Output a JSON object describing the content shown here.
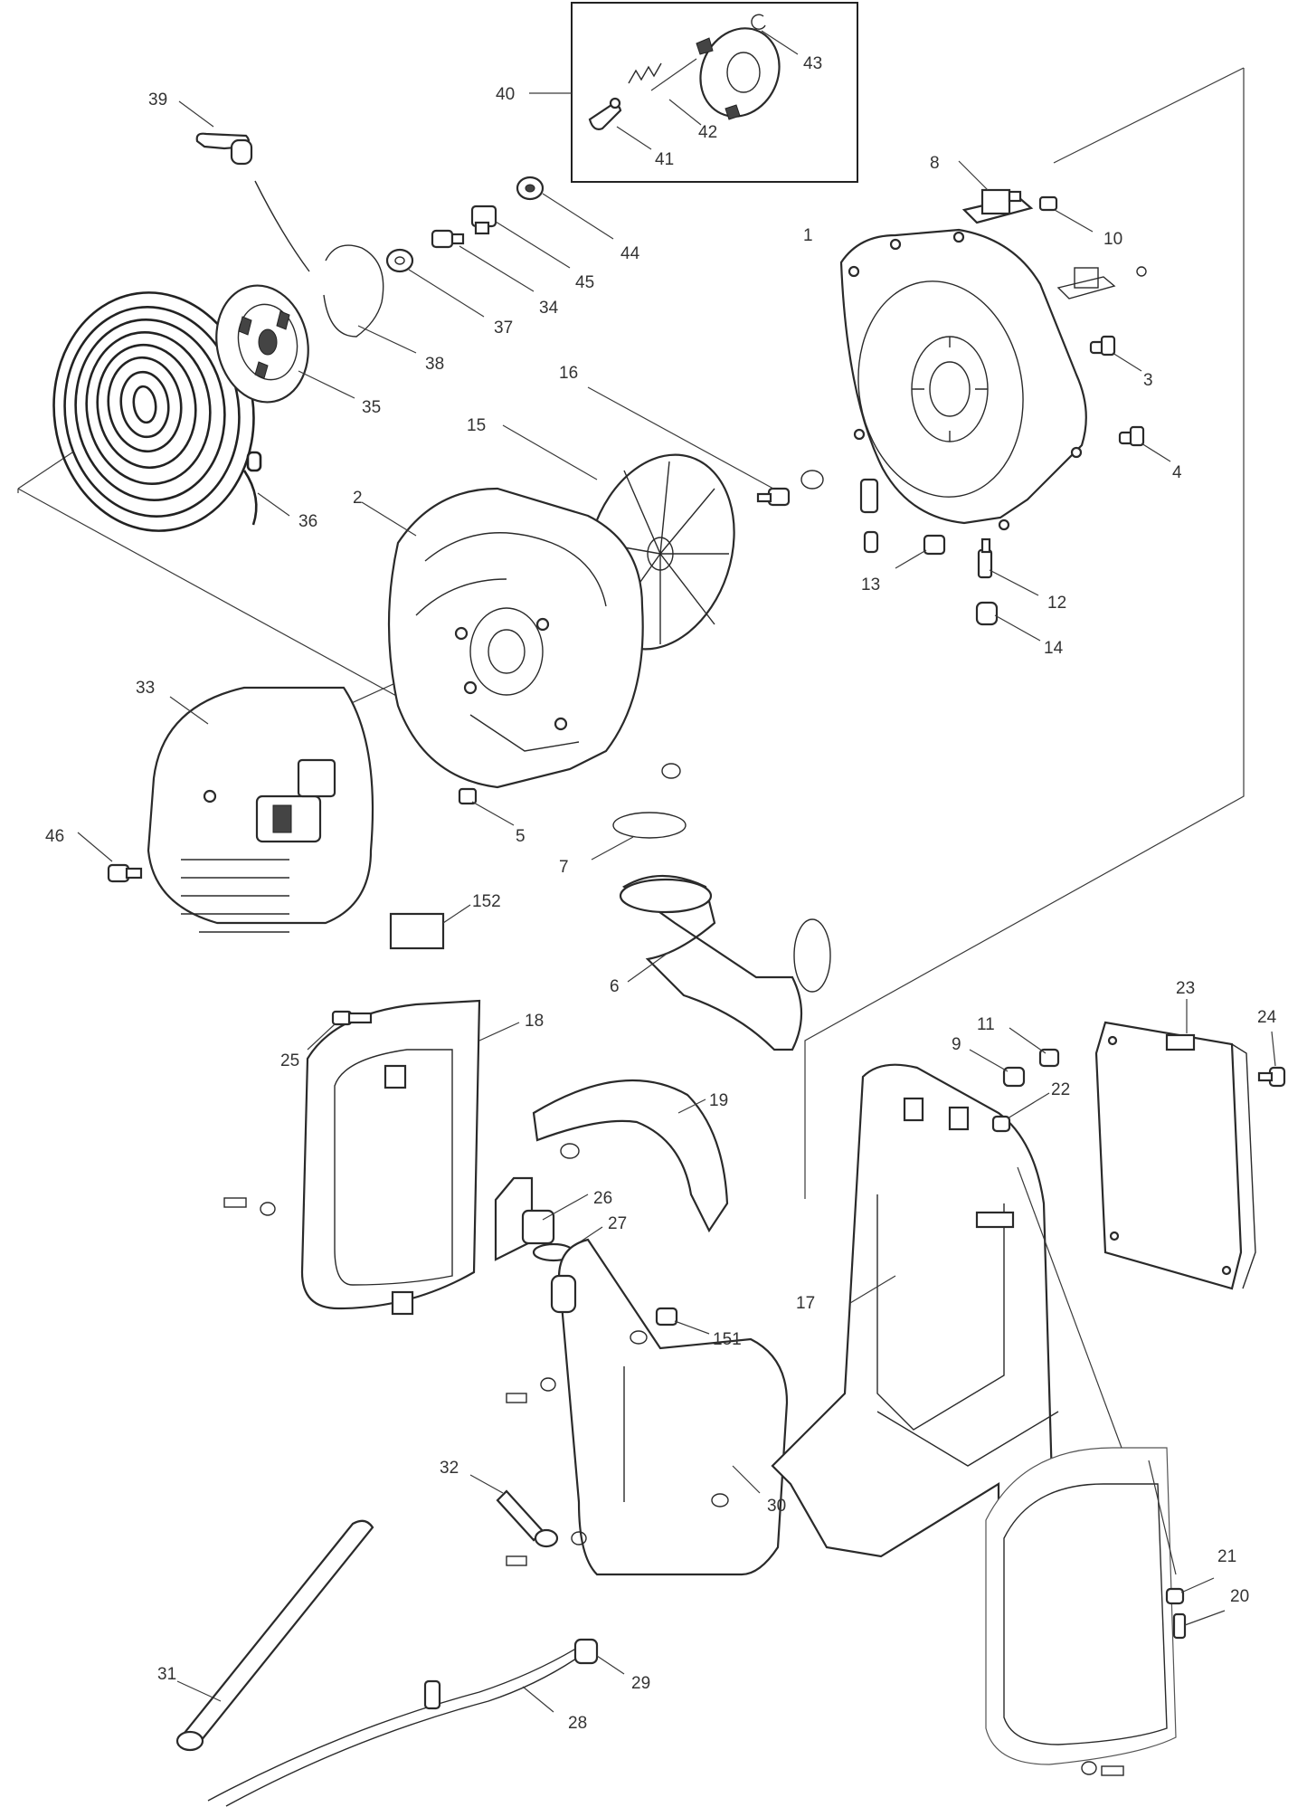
{
  "callouts": [
    {
      "id": "c1",
      "text": "1"
    },
    {
      "id": "c2",
      "text": "2"
    },
    {
      "id": "c3",
      "text": "3"
    },
    {
      "id": "c4",
      "text": "4"
    },
    {
      "id": "c5",
      "text": "5"
    },
    {
      "id": "c6",
      "text": "6"
    },
    {
      "id": "c7",
      "text": "7"
    },
    {
      "id": "c8",
      "text": "8"
    },
    {
      "id": "c9",
      "text": "9"
    },
    {
      "id": "c10",
      "text": "10"
    },
    {
      "id": "c11",
      "text": "11"
    },
    {
      "id": "c12",
      "text": "12"
    },
    {
      "id": "c13",
      "text": "13"
    },
    {
      "id": "c14",
      "text": "14"
    },
    {
      "id": "c15",
      "text": "15"
    },
    {
      "id": "c16",
      "text": "16"
    },
    {
      "id": "c17",
      "text": "17"
    },
    {
      "id": "c18",
      "text": "18"
    },
    {
      "id": "c19",
      "text": "19"
    },
    {
      "id": "c20",
      "text": "20"
    },
    {
      "id": "c21",
      "text": "21"
    },
    {
      "id": "c22",
      "text": "22"
    },
    {
      "id": "c23",
      "text": "23"
    },
    {
      "id": "c24",
      "text": "24"
    },
    {
      "id": "c25",
      "text": "25"
    },
    {
      "id": "c26",
      "text": "26"
    },
    {
      "id": "c27",
      "text": "27"
    },
    {
      "id": "c28",
      "text": "28"
    },
    {
      "id": "c29",
      "text": "29"
    },
    {
      "id": "c30",
      "text": "30"
    },
    {
      "id": "c31",
      "text": "31"
    },
    {
      "id": "c32",
      "text": "32"
    },
    {
      "id": "c33",
      "text": "33"
    },
    {
      "id": "c34",
      "text": "34"
    },
    {
      "id": "c35",
      "text": "35"
    },
    {
      "id": "c36",
      "text": "36"
    },
    {
      "id": "c37",
      "text": "37"
    },
    {
      "id": "c38",
      "text": "38"
    },
    {
      "id": "c39",
      "text": "39"
    },
    {
      "id": "c40",
      "text": "40"
    },
    {
      "id": "c41",
      "text": "41"
    },
    {
      "id": "c42",
      "text": "42"
    },
    {
      "id": "c43",
      "text": "43"
    },
    {
      "id": "c44",
      "text": "44"
    },
    {
      "id": "c45",
      "text": "45"
    },
    {
      "id": "c46",
      "text": "46"
    },
    {
      "id": "c151",
      "text": "151"
    },
    {
      "id": "c152",
      "text": "152"
    }
  ]
}
